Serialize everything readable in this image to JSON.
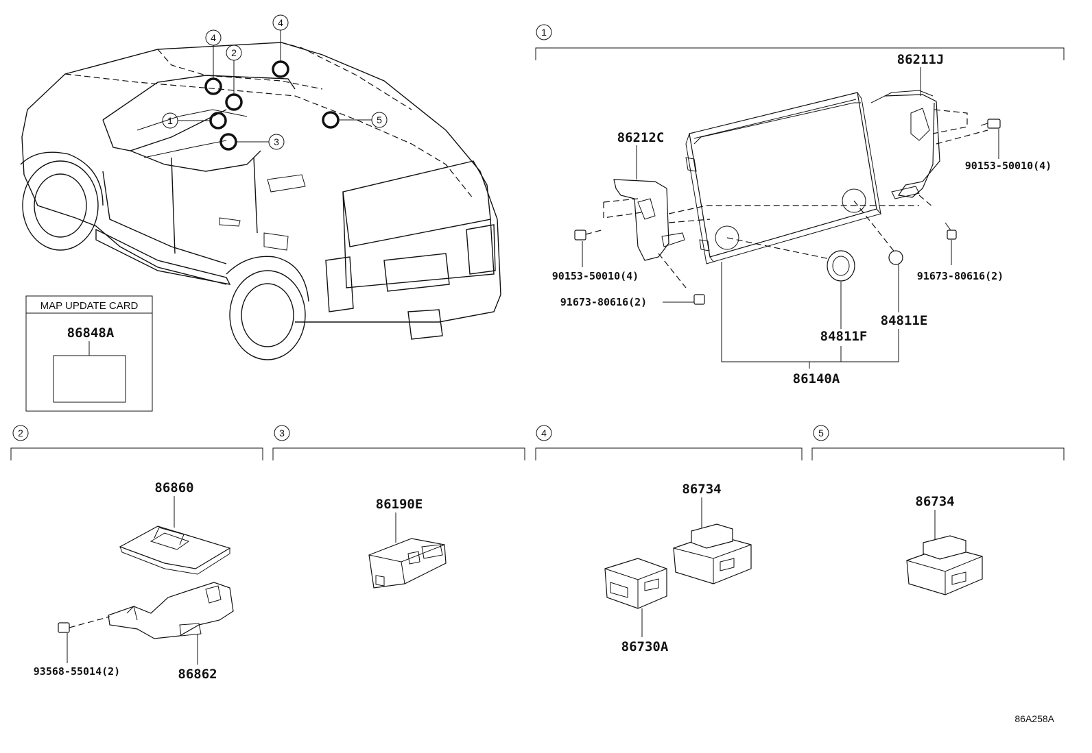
{
  "vehicle_callouts": [
    "4",
    "2",
    "4",
    "1",
    "3",
    "5"
  ],
  "sections": [
    {
      "number": "1"
    },
    {
      "number": "2"
    },
    {
      "number": "3"
    },
    {
      "number": "4"
    },
    {
      "number": "5"
    }
  ],
  "map_update_card": {
    "title": "MAP UPDATE CARD",
    "part": "86848A"
  },
  "section1_parts": {
    "bracket_right": "86211J",
    "bracket_left": "86212C",
    "bolt_right": "90153-50010(4)",
    "bolt_left": "90153-50010(4)",
    "screw_left": "91673-80616(2)",
    "screw_right": "91673-80616(2)",
    "cap_f": "84811F",
    "cap_e": "84811E",
    "display": "86140A"
  },
  "section2_parts": {
    "top": "86860",
    "bottom": "86862",
    "bolt": "93568-55014(2)"
  },
  "section3_parts": {
    "unit": "86190E"
  },
  "section4_parts": {
    "unit_a": "86734",
    "unit_b": "86730A"
  },
  "section5_parts": {
    "unit": "86734"
  },
  "reference_code": "86A258A"
}
